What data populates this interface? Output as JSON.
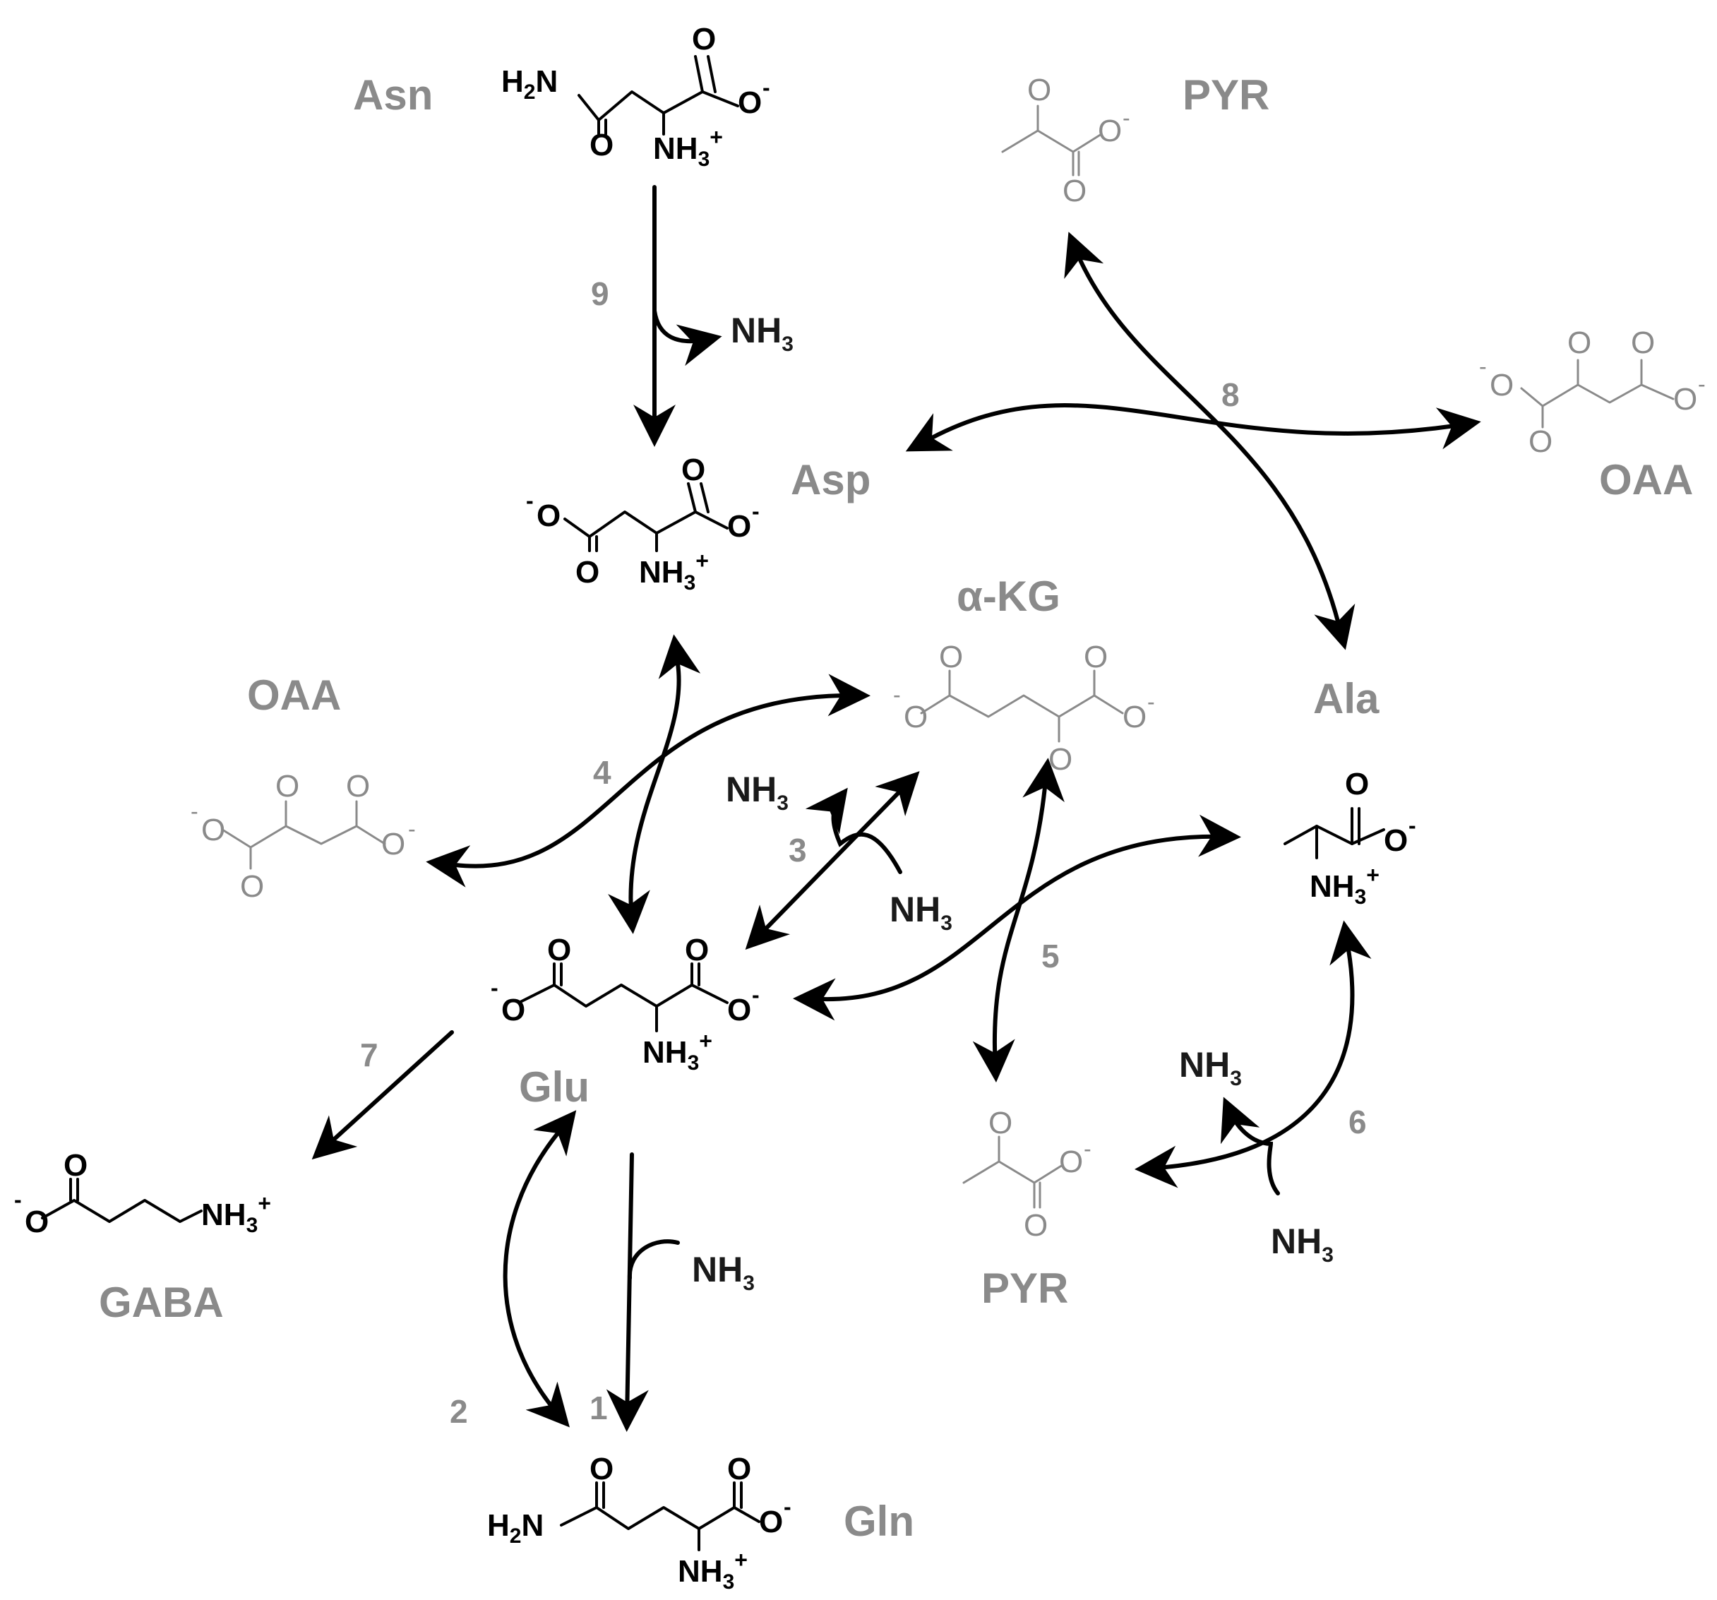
{
  "compounds": {
    "asn": "Asn",
    "asp": "Asp",
    "pyr_top": "PYR",
    "oaa_right": "OAA",
    "akg": "α-KG",
    "ala": "Ala",
    "oaa_left": "OAA",
    "glu": "Glu",
    "gaba": "GABA",
    "pyr_bottom": "PYR",
    "gln": "Gln"
  },
  "reactions": [
    "1",
    "2",
    "3",
    "4",
    "5",
    "6",
    "7",
    "8",
    "9"
  ],
  "cofactor": {
    "nh": "NH",
    "sub": "3"
  },
  "atoms": {
    "o": "O",
    "minus": "-",
    "plus": "+",
    "h2n_h": "H",
    "h2n_sub": "2",
    "h2n_n": "N"
  },
  "colors": {
    "metabolite_label": "#8a8a8a",
    "arrow": "#000000"
  }
}
